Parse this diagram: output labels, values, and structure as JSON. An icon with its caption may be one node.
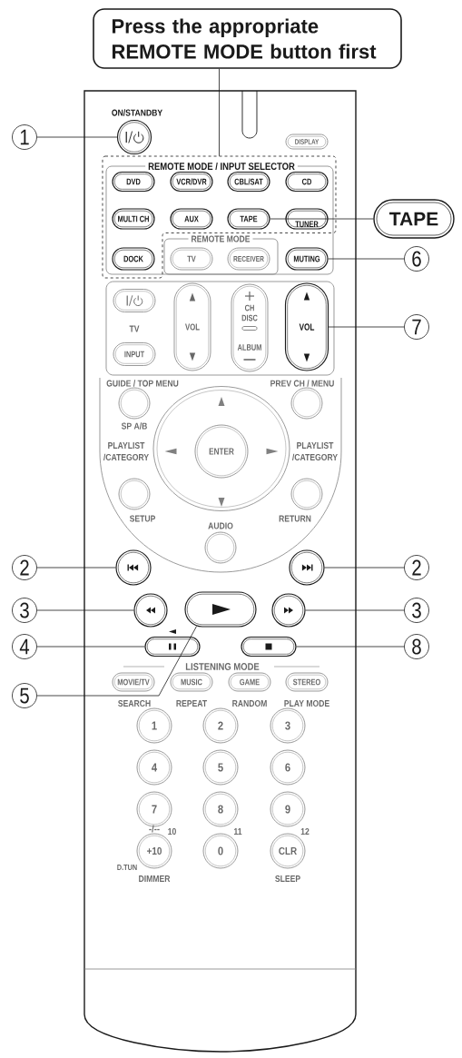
{
  "diagram": {
    "nodes": [
      {
        "text": [
          "Press the appropriate REMOTE MODE button first"
        ]
      },
      {
        "text": [
          "1"
        ]
      },
      {
        "text": [],
        "shape": "circle",
        "beside": [
          "ON/STANDBY"
        ]
      },
      {
        "text": [
          "DISPLAY"
        ]
      },
      {
        "text": [],
        "shape": "box"
      },
      {
        "text": [
          "DVD"
        ],
        "in": 4
      },
      {
        "text": [
          "VCR/DVR"
        ],
        "in": 4
      },
      {
        "text": [
          "CBL/SAT"
        ],
        "in": 4
      },
      {
        "text": [
          "CD"
        ],
        "in": 4
      },
      {
        "text": [
          "MULTI CH"
        ],
        "in": 4
      },
      {
        "text": [
          "AUX"
        ],
        "in": 4
      },
      {
        "text": [
          "TAPE"
        ],
        "in": 4
      },
      {
        "text": [
          "TUNER"
        ],
        "in": 4
      },
      {
        "text": [
          "TAPE"
        ]
      },
      {
        "text": [
          "DOCK"
        ],
        "in": 4
      },
      {
        "text": [
          "TV"
        ]
      },
      {
        "text": [
          "RECEIVER"
        ]
      },
      {
        "text": [
          "MUTING"
        ]
      },
      {
        "text": [
          "6"
        ]
      },
      {
        "text": [],
        "shape": "box"
      },
      {
        "text": [
          "VOL"
        ]
      },
      {
        "text": [
          "CH",
          "DISC",
          "ALBUM"
        ]
      },
      {
        "text": [
          "VOL"
        ]
      },
      {
        "text": [
          "7"
        ]
      },
      {
        "text": [
          "INPUT"
        ]
      },
      {
        "text": [],
        "shape": "circle",
        "beside": [
          "GUIDE / TOP MENU",
          "SP A/B"
        ]
      },
      {
        "text": [],
        "shape": "circle",
        "beside": [
          "PREV CH / MENU"
        ]
      },
      {
        "text": [],
        "shape": "circle"
      },
      {
        "text": [],
        "shape": "triangle",
        "in": 27
      },
      {
        "text": [],
        "shape": "triangle",
        "in": 27
      },
      {
        "text": [
          "ENTER"
        ],
        "in": 27
      },
      {
        "text": [],
        "shape": "triangle",
        "in": 27
      },
      {
        "text": [],
        "shape": "triangle",
        "in": 27
      },
      {
        "text": [],
        "shape": "circle",
        "beside": [
          "SETUP"
        ]
      },
      {
        "text": [],
        "shape": "circle",
        "beside": [
          "RETURN"
        ]
      },
      {
        "text": [],
        "shape": "circle",
        "beside": [
          "AUDIO"
        ]
      },
      {
        "text": [
          "2"
        ]
      },
      {
        "text": [],
        "shape": "circle"
      },
      {
        "text": [],
        "shape": "circle"
      },
      {
        "text": [
          "2"
        ]
      },
      {
        "text": [
          "3"
        ]
      },
      {
        "text": [],
        "shape": "circle"
      },
      {
        "text": [],
        "shape": "box"
      },
      {
        "text": [],
        "shape": "circle"
      },
      {
        "text": [
          "3"
        ]
      },
      {
        "text": [
          "4"
        ]
      },
      {
        "text": [],
        "shape": "box"
      },
      {
        "text": [],
        "shape": "box"
      },
      {
        "text": [
          "8"
        ]
      },
      {
        "text": [
          "5"
        ]
      },
      {
        "text": [
          "MOVIE/TV"
        ]
      },
      {
        "text": [
          "MUSIC"
        ]
      },
      {
        "text": [
          "GAME"
        ]
      },
      {
        "text": [
          "STEREO"
        ]
      },
      {
        "text": [
          "1"
        ]
      },
      {
        "text": [
          "2"
        ]
      },
      {
        "text": [
          "3"
        ]
      },
      {
        "text": [
          "4"
        ]
      },
      {
        "text": [
          "5"
        ]
      },
      {
        "text": [
          "6"
        ]
      },
      {
        "text": [
          "7"
        ]
      },
      {
        "text": [
          "8"
        ]
      },
      {
        "text": [
          "9"
        ]
      },
      {
        "text": [
          "+10"
        ],
        "beside": [
          "-/--",
          "10",
          "D.TUN",
          "DIMMER"
        ]
      },
      {
        "text": [
          "0"
        ],
        "beside": [
          "11"
        ]
      },
      {
        "text": [
          "CLR"
        ],
        "beside": [
          "12",
          "SLEEP"
        ]
      }
    ],
    "edges": [
      {
        "from": 0,
        "to": 4,
        "arrow": "none"
      },
      {
        "from": 1,
        "to": 2,
        "arrow": "none"
      },
      {
        "from": 13,
        "to": 11,
        "arrow": "none"
      },
      {
        "from": 18,
        "to": 17,
        "arrow": "none"
      },
      {
        "from": 23,
        "to": 22,
        "arrow": "none"
      },
      {
        "from": 36,
        "to": 37,
        "arrow": "none"
      },
      {
        "from": 39,
        "to": 38,
        "arrow": "none"
      },
      {
        "from": 40,
        "to": 41,
        "arrow": "none"
      },
      {
        "from": 44,
        "to": 43,
        "arrow": "none"
      },
      {
        "from": 45,
        "to": 46,
        "arrow": "none"
      },
      {
        "from": 48,
        "to": 47,
        "arrow": "none"
      },
      {
        "from": 49,
        "to": 42,
        "arrow": "none"
      }
    ],
    "labels": [
      "REMOTE MODE / INPUT SELECTOR",
      "REMOTE MODE",
      "TV",
      "PLAYLIST /CATEGORY",
      "PLAYLIST /CATEGORY",
      "LISTENING MODE",
      "SEARCH",
      "REPEAT",
      "RANDOM",
      "PLAY MODE"
    ]
  }
}
